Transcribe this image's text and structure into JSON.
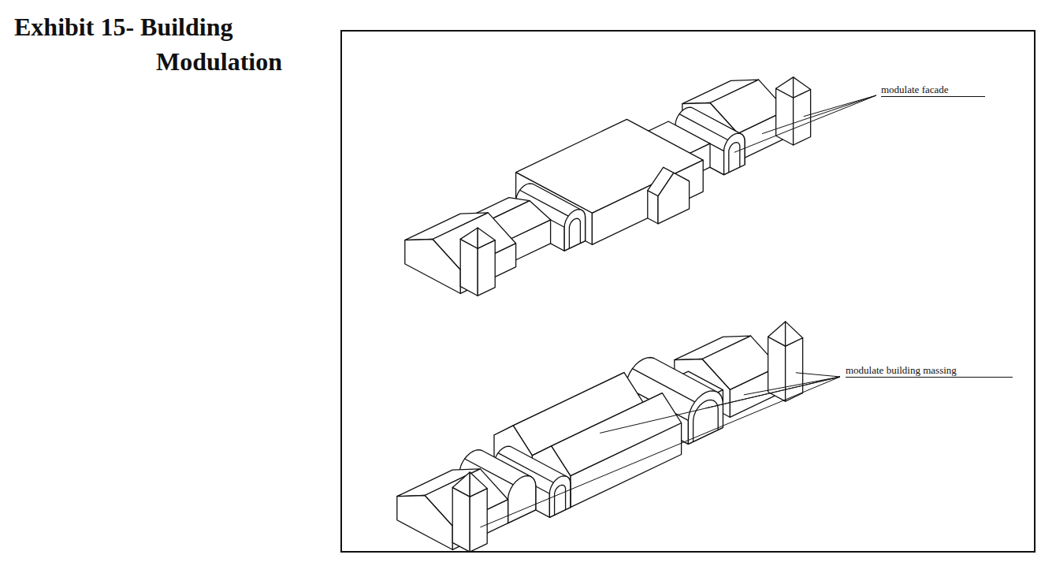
{
  "diagram": {
    "title": "Exhibit 15- Building Modulation",
    "labels": [
      "modulate facade",
      "modulate building massing"
    ]
  }
}
